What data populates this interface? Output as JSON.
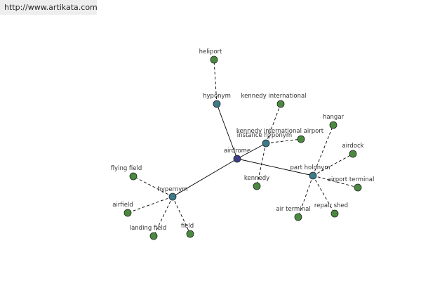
{
  "url_banner": "http://www.artikata.com",
  "colors": {
    "center": "#3d3d8a",
    "relation": "#3d7b8a",
    "leaf": "#4a8a3f"
  },
  "nodes": [
    {
      "id": "airdrome",
      "label": "airdrome",
      "kind": "center"
    },
    {
      "id": "hyponym",
      "label": "hyponym",
      "kind": "relation"
    },
    {
      "id": "instance_hyponym",
      "label": "instance hyponym",
      "kind": "relation"
    },
    {
      "id": "part_holonym",
      "label": "part holonym",
      "kind": "relation"
    },
    {
      "id": "hypernym",
      "label": "hypernym",
      "kind": "relation"
    },
    {
      "id": "heliport",
      "label": "heliport",
      "kind": "leaf"
    },
    {
      "id": "kennedy_international",
      "label": "kennedy international",
      "kind": "leaf"
    },
    {
      "id": "kennedy_international_airport",
      "label": "kennedy international airport",
      "kind": "leaf"
    },
    {
      "id": "kennedy",
      "label": "kennedy",
      "kind": "leaf"
    },
    {
      "id": "hangar",
      "label": "hangar",
      "kind": "leaf"
    },
    {
      "id": "airdock",
      "label": "airdock",
      "kind": "leaf"
    },
    {
      "id": "airport_terminal",
      "label": "airport terminal",
      "kind": "leaf"
    },
    {
      "id": "repair_shed",
      "label": "repair shed",
      "kind": "leaf"
    },
    {
      "id": "air_terminal",
      "label": "air terminal",
      "kind": "leaf"
    },
    {
      "id": "flying_field",
      "label": "flying field",
      "kind": "leaf"
    },
    {
      "id": "airfield",
      "label": "airfield",
      "kind": "leaf"
    },
    {
      "id": "landing_field",
      "label": "landing field",
      "kind": "leaf"
    },
    {
      "id": "field",
      "label": "field",
      "kind": "leaf"
    }
  ],
  "edges": [
    {
      "from": "airdrome",
      "to": "hyponym",
      "style": "solid"
    },
    {
      "from": "airdrome",
      "to": "instance_hyponym",
      "style": "solid"
    },
    {
      "from": "airdrome",
      "to": "part_holonym",
      "style": "solid"
    },
    {
      "from": "airdrome",
      "to": "hypernym",
      "style": "solid"
    },
    {
      "from": "hyponym",
      "to": "heliport",
      "style": "dashed"
    },
    {
      "from": "instance_hyponym",
      "to": "kennedy_international",
      "style": "dashed"
    },
    {
      "from": "instance_hyponym",
      "to": "kennedy_international_airport",
      "style": "dashed"
    },
    {
      "from": "instance_hyponym",
      "to": "kennedy",
      "style": "dashed"
    },
    {
      "from": "part_holonym",
      "to": "hangar",
      "style": "dashed"
    },
    {
      "from": "part_holonym",
      "to": "airdock",
      "style": "dashed"
    },
    {
      "from": "part_holonym",
      "to": "airport_terminal",
      "style": "dashed"
    },
    {
      "from": "part_holonym",
      "to": "repair_shed",
      "style": "dashed"
    },
    {
      "from": "part_holonym",
      "to": "air_terminal",
      "style": "dashed"
    },
    {
      "from": "hypernym",
      "to": "flying_field",
      "style": "dashed"
    },
    {
      "from": "hypernym",
      "to": "airfield",
      "style": "dashed"
    },
    {
      "from": "hypernym",
      "to": "landing_field",
      "style": "dashed"
    },
    {
      "from": "hypernym",
      "to": "field",
      "style": "dashed"
    }
  ]
}
